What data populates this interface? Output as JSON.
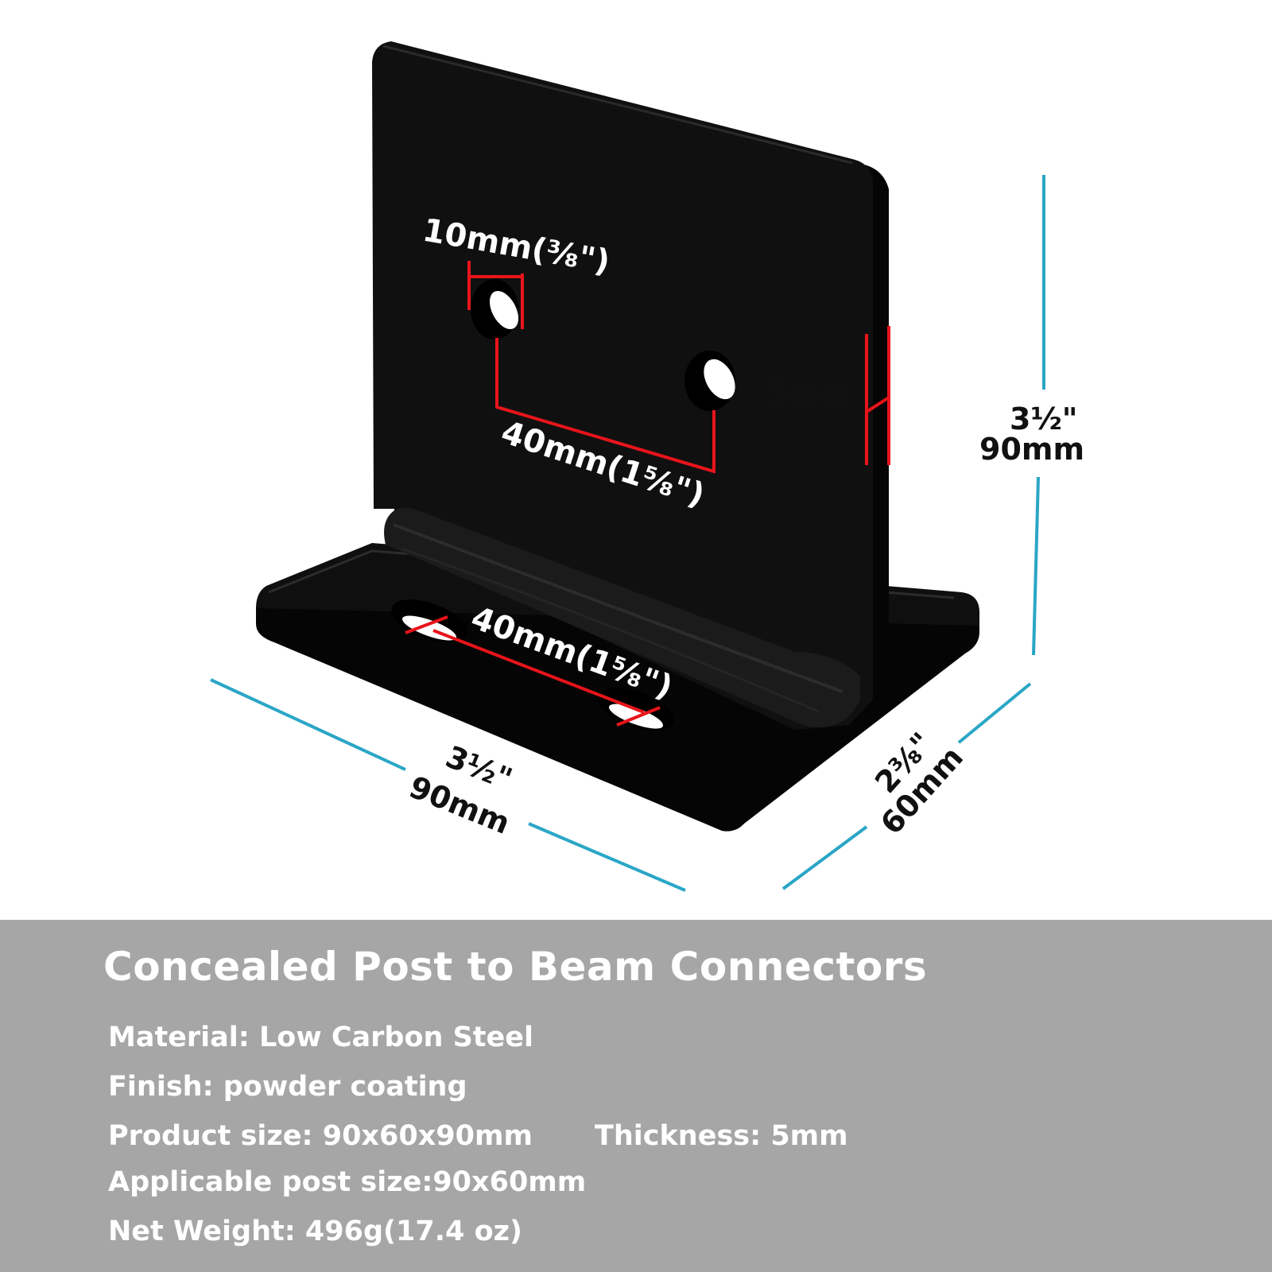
{
  "product": {
    "title": "Concealed Post to Beam Connectors",
    "specs": {
      "material": "Material: Low Carbon Steel",
      "finish": "Finish: powder coating",
      "product_size": "Product size: 90x60x90mm",
      "thickness": "Thickness: 5mm",
      "applicable_post_size": "Applicable post size:90x60mm",
      "net_weight": "Net Weight: 496g(17.4 oz)"
    }
  },
  "dimensions": {
    "hole_diameter": "10mm(⅜\")",
    "upper_hole_spacing": "40mm(1⅝\")",
    "plate_thickness": "5mm",
    "height_imperial": "3½\"",
    "height_metric": "90mm",
    "base_hole_spacing": "40mm(1⅝\")",
    "length_imperial": "3½\"",
    "length_metric": "90mm",
    "width_imperial": "2⅜\"",
    "width_metric": "60mm"
  },
  "colors": {
    "product": "#0c0c0c",
    "dimension_line_red": "#e8141b",
    "dimension_line_blue": "#2aa6c6",
    "panel": "#a6a6a6"
  }
}
